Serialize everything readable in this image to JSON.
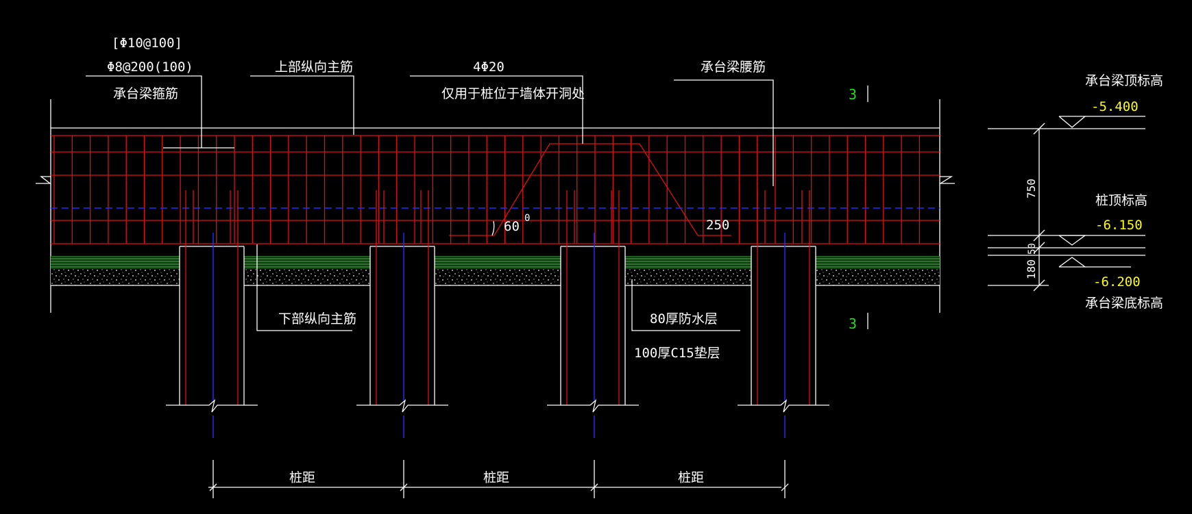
{
  "labels": {
    "stirrup_spec_1": "[Φ10@100]",
    "stirrup_spec_2": "Φ8@200(100)",
    "stirrup_name": "承台梁箍筋",
    "top_main_bar": "上部纵向主筋",
    "bent_bar_spec": "4Φ20",
    "bent_bar_note": "仅用于桩位于墙体开洞处",
    "waist_bar": "承台梁腰筋",
    "angle_value": "60",
    "angle_unit": "0",
    "bend_length": "250",
    "bottom_main_bar": "下部纵向主筋",
    "waterproof": "80厚防水层",
    "cushion": "100厚C15垫层",
    "section_mark_top": "3",
    "section_mark_bottom": "3",
    "pile_spacing_1": "桩距",
    "pile_spacing_2": "桩距",
    "pile_spacing_3": "桩距"
  },
  "elevations": {
    "top_label": "承台梁顶标高",
    "top_value": "-5.400",
    "pile_top_label": "桩顶标高",
    "pile_top_value": "-6.150",
    "bottom_value": "-6.200",
    "bottom_label": "承台梁底标高",
    "dim_750": "750",
    "dim_50": "50",
    "dim_180": "180"
  },
  "colors": {
    "background": "#000000",
    "lines": "#ffffff",
    "rebar": "#e01010",
    "centerline": "#2030ff",
    "elevation_values": "#ffff00",
    "section_mark": "#22dd22",
    "waterproof_layer": "#2e8b2e"
  }
}
